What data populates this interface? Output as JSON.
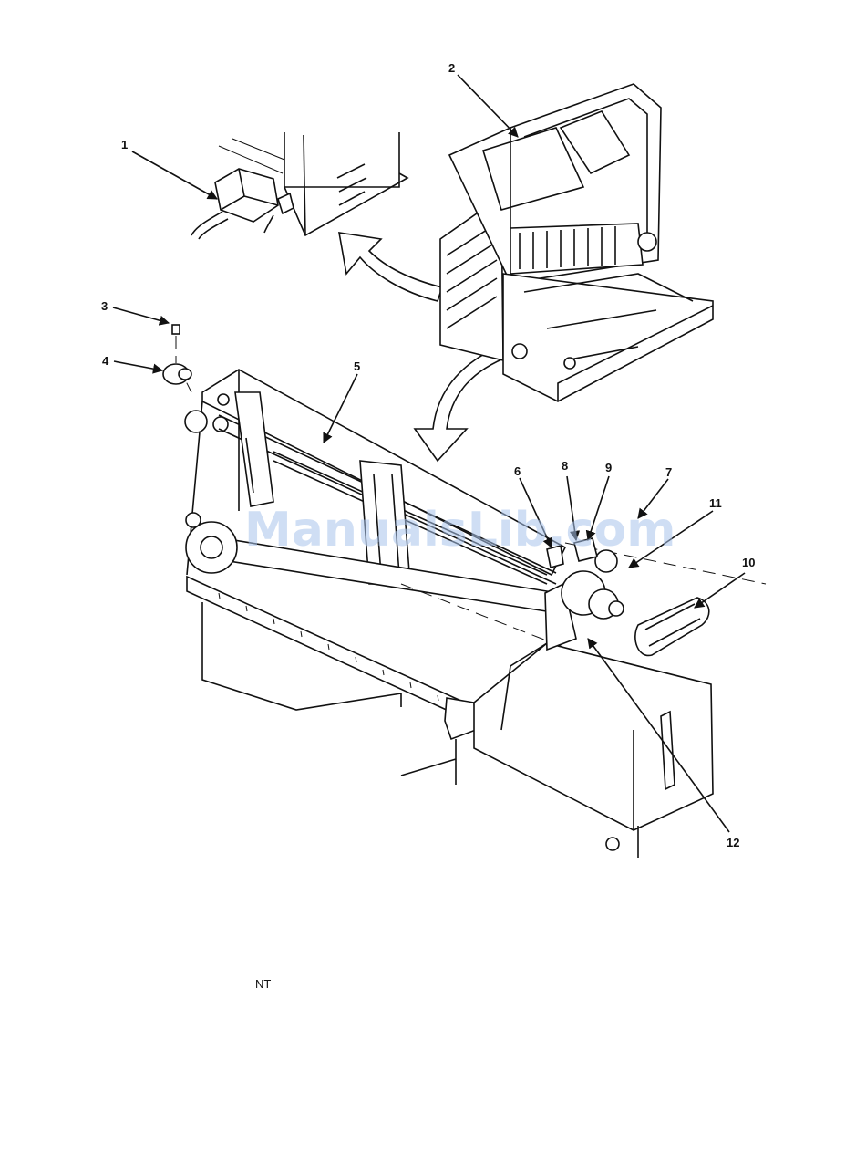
{
  "figure": {
    "callouts": [
      "1",
      "2",
      "3",
      "4",
      "5",
      "6",
      "7",
      "8",
      "9",
      "10",
      "11",
      "12"
    ],
    "footer_note": "NT"
  },
  "watermark": {
    "text": "ManualsLib.com",
    "color": "#a9c4ec"
  },
  "colors": {
    "ink": "#111111",
    "paper": "#ffffff"
  }
}
